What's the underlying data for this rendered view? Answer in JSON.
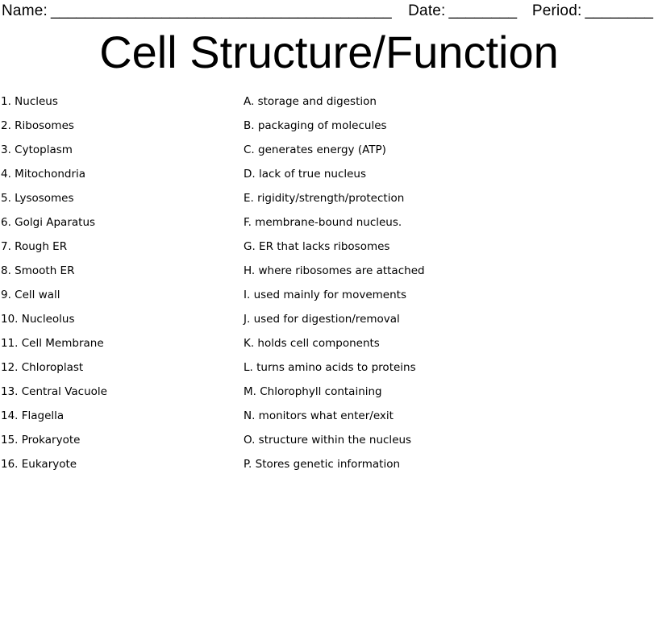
{
  "header": {
    "name_label": "Name:",
    "name_blank": "________________________________________",
    "date_label": "Date:",
    "date_blank": "________",
    "period_label": "Period:",
    "period_blank": "________"
  },
  "title": "Cell Structure/Function",
  "terms": [
    "1. Nucleus",
    "2. Ribosomes",
    "3. Cytoplasm",
    "4. Mitochondria",
    "5. Lysosomes",
    "6. Golgi Aparatus",
    "7. Rough ER",
    "8. Smooth ER",
    "9. Cell wall",
    "10. Nucleolus",
    "11. Cell Membrane",
    "12. Chloroplast",
    "13. Central Vacuole",
    "14. Flagella",
    "15. Prokaryote",
    "16. Eukaryote"
  ],
  "definitions": [
    "A. storage and digestion",
    "B. packaging of molecules",
    "C. generates energy (ATP)",
    "D. lack of true nucleus",
    "E. rigidity/strength/protection",
    "F. membrane-bound nucleus.",
    "G. ER that lacks ribosomes",
    "H. where ribosomes are attached",
    "I. used mainly for movements",
    "J. used for digestion/removal",
    "K. holds cell components",
    "L. turns amino acids to proteins",
    "M. Chlorophyll containing",
    "N. monitors what enter/exit",
    "O. structure within the nucleus",
    "P. Stores genetic information"
  ]
}
